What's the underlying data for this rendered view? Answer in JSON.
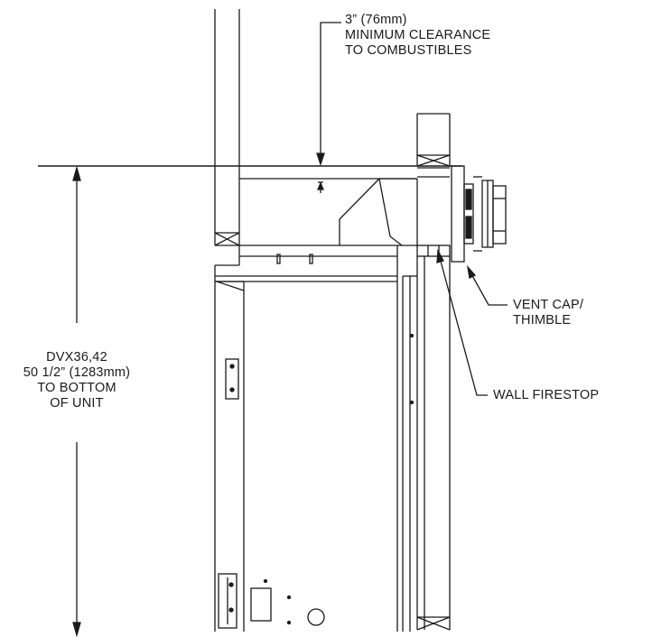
{
  "labels": {
    "clearance": [
      "3” (76mm)",
      "MINIMUM CLEARANCE",
      "TO COMBUSTIBLES"
    ],
    "vent_cap": [
      "VENT CAP/",
      "THIMBLE"
    ],
    "wall_firestop": "WALL FIRESTOP",
    "dimension": [
      "DVX36,42",
      "50 1/2” (1283mm)",
      "TO BOTTOM",
      "OF UNIT"
    ]
  },
  "colors": {
    "line": "#1a1a1a",
    "background": "#ffffff"
  }
}
